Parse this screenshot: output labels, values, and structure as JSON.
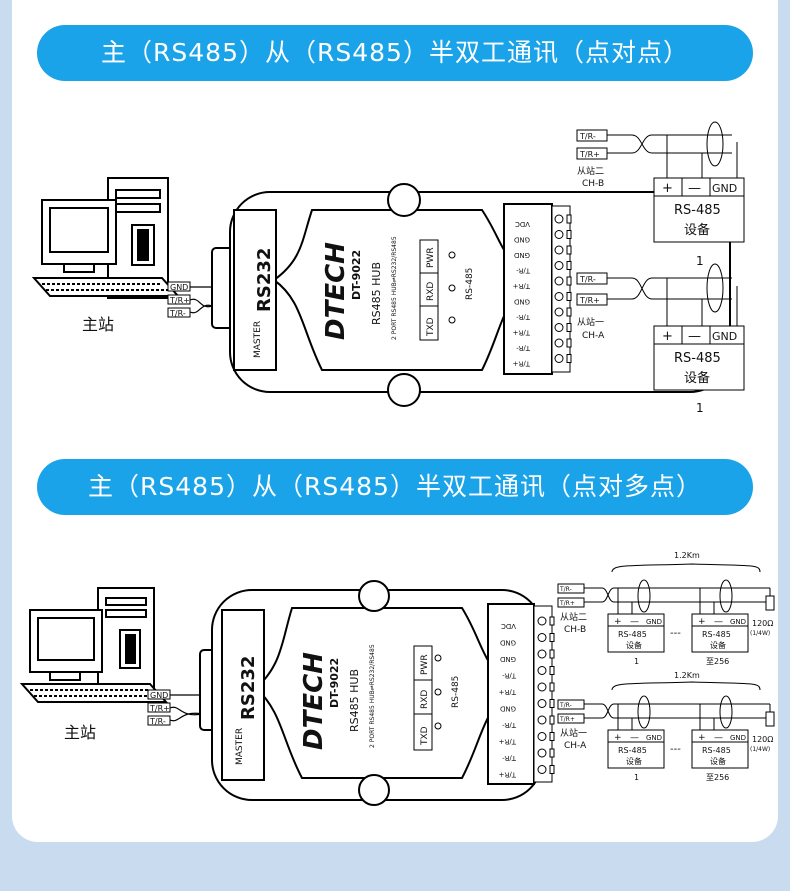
{
  "section1": {
    "title": "主（RS485）从（RS485）半双工通讯（点对点）"
  },
  "section2": {
    "title": "主（RS485）从（RS485）半双工通讯（点对多点）"
  },
  "host": {
    "label": "主站",
    "pins": [
      "GND",
      "T/R+",
      "T/R-"
    ]
  },
  "hub": {
    "brand": "DTECH",
    "model": "DT-9022",
    "name": "RS485 HUB",
    "desc": "2 PORT RS485 HUB⇌RS232/RS485",
    "port_label": "RS232",
    "master_label": "MASTER",
    "rs485_label": "RS-485",
    "leds": [
      "PWR",
      "RXD",
      "TXD"
    ],
    "terminals": [
      "VDC",
      "GND",
      "GND",
      "T/R-",
      "T/R+",
      "GND",
      "T/R-",
      "T/R+",
      "T/R-",
      "T/R+"
    ],
    "group_labels": [
      "MASTER",
      "CH_B",
      "CH_A"
    ]
  },
  "p2p": {
    "slaves": [
      {
        "name": "从站二",
        "channel": "CH-B",
        "pins": [
          "T/R-",
          "T/R+"
        ],
        "terms": [
          "+",
          "—",
          "GND"
        ],
        "dev1": "RS-485",
        "dev2": "设备",
        "count": "1"
      },
      {
        "name": "从站一",
        "channel": "CH-A",
        "pins": [
          "T/R-",
          "T/R+"
        ],
        "terms": [
          "+",
          "—",
          "GND"
        ],
        "dev1": "RS-485",
        "dev2": "设备",
        "count": "1"
      }
    ]
  },
  "p2mp": {
    "distance": "1.2Km",
    "resistor": "120Ω",
    "resistor_note": "(1/4W)",
    "dots": "---",
    "channels": [
      {
        "name": "从站二",
        "channel": "CH-B",
        "pins": [
          "T/R-",
          "T/R+"
        ],
        "terms": [
          "+",
          "—",
          "GND"
        ],
        "dev1": "RS-485",
        "dev2": "设备",
        "first": "1",
        "last": "至256"
      },
      {
        "name": "从站一",
        "channel": "CH-A",
        "pins": [
          "T/R-",
          "T/R+"
        ],
        "terms": [
          "+",
          "—",
          "GND"
        ],
        "dev1": "RS-485",
        "dev2": "设备",
        "first": "1",
        "last": "至256"
      }
    ]
  }
}
